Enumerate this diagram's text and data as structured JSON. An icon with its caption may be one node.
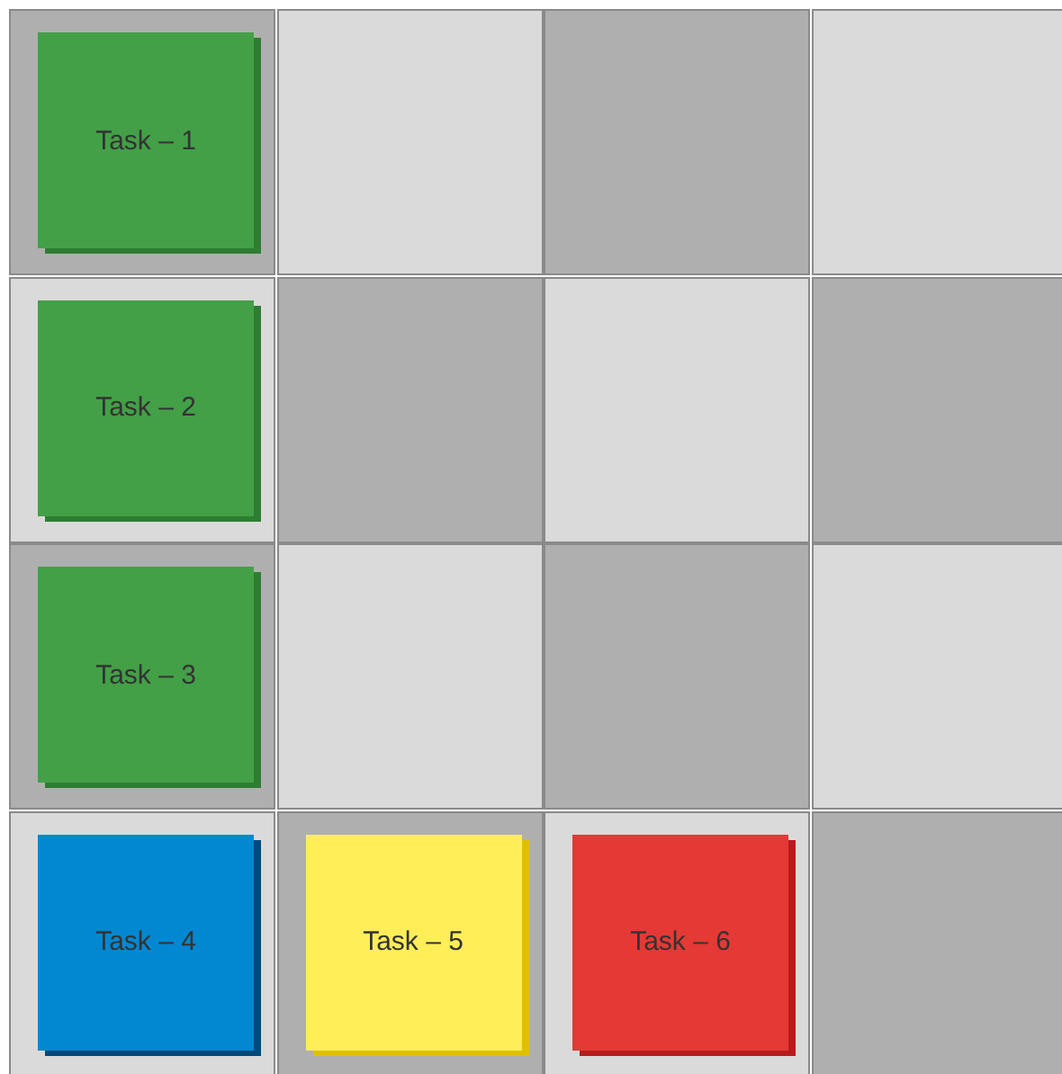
{
  "diagram": {
    "nodes": [
      {
        "text": [
          "Task – 1"
        ]
      },
      {
        "text": [
          "Task – 2"
        ]
      },
      {
        "text": [
          "Task – 3"
        ]
      },
      {
        "text": [
          "Task – 4"
        ]
      },
      {
        "text": [
          "Task – 5"
        ]
      },
      {
        "text": [
          "Task – 6"
        ]
      }
    ]
  }
}
